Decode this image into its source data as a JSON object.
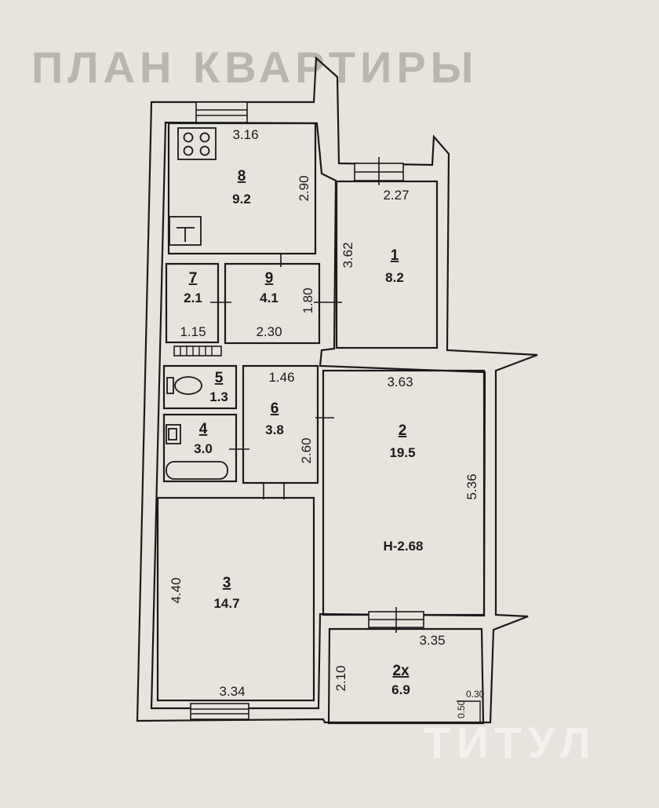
{
  "header_text": "ПЛАН КВАРТИРЫ",
  "watermark": "ТИТУЛ",
  "ceiling_height": "Н-2.68",
  "rooms": [
    {
      "id": "8",
      "number": "8",
      "area": "9.2",
      "dims": [
        "3.16",
        "2.90"
      ]
    },
    {
      "id": "1",
      "number": "1",
      "area": "8.2",
      "dims": [
        "2.27",
        "3.62"
      ]
    },
    {
      "id": "7",
      "number": "7",
      "area": "2.1",
      "dims": [
        "1.15"
      ]
    },
    {
      "id": "9",
      "number": "9",
      "area": "4.1",
      "dims": [
        "2.30",
        "1.80"
      ]
    },
    {
      "id": "5",
      "number": "5",
      "area": "1.3",
      "dims": []
    },
    {
      "id": "6",
      "number": "6",
      "area": "3.8",
      "dims": [
        "1.46",
        "2.60"
      ]
    },
    {
      "id": "4",
      "number": "4",
      "area": "3.0",
      "dims": []
    },
    {
      "id": "2",
      "number": "2",
      "area": "19.5",
      "dims": [
        "3.63",
        "5.36"
      ]
    },
    {
      "id": "3",
      "number": "3",
      "area": "14.7",
      "dims": [
        "4.40",
        "3.34"
      ]
    },
    {
      "id": "2x",
      "number": "2х",
      "area": "6.9",
      "dims": [
        "3.35",
        "2.10",
        "0.30",
        "0.50"
      ]
    }
  ],
  "colors": {
    "background": "#e7e4dd",
    "wall": "#1a1a1a",
    "ink": "#1a1a1a"
  }
}
